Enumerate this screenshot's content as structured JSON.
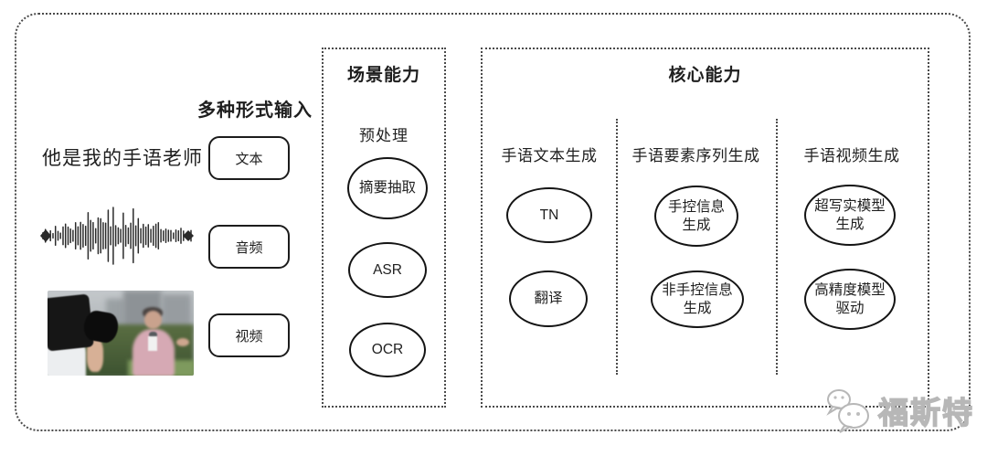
{
  "colors": {
    "ink": "#1f1f1f",
    "dotted_border": "#4a4a4a",
    "watermark_gray": "#b7b7b7",
    "background": "#ffffff"
  },
  "input_section": {
    "label": "多种形式输入",
    "text_example": "他是我的手语老师",
    "items": [
      {
        "label": "文本"
      },
      {
        "label": "音频"
      },
      {
        "label": "视频"
      }
    ]
  },
  "scene_panel": {
    "title": "场景能力",
    "subtitle": "预处理",
    "nodes": [
      "摘要抽取",
      "ASR",
      "OCR"
    ]
  },
  "core_panel": {
    "title": "核心能力",
    "columns": [
      {
        "label": "手语文本生成",
        "nodes": [
          "TN",
          "翻译"
        ]
      },
      {
        "label": "手语要素序列生成",
        "nodes": [
          "手控信息生成",
          "非手控信息生成"
        ]
      },
      {
        "label": "手语视频生成",
        "nodes": [
          "超写实模型生成",
          "高精度模型驱动"
        ]
      }
    ]
  },
  "watermark": {
    "text": "福斯特",
    "icon": "wechat-icon"
  }
}
